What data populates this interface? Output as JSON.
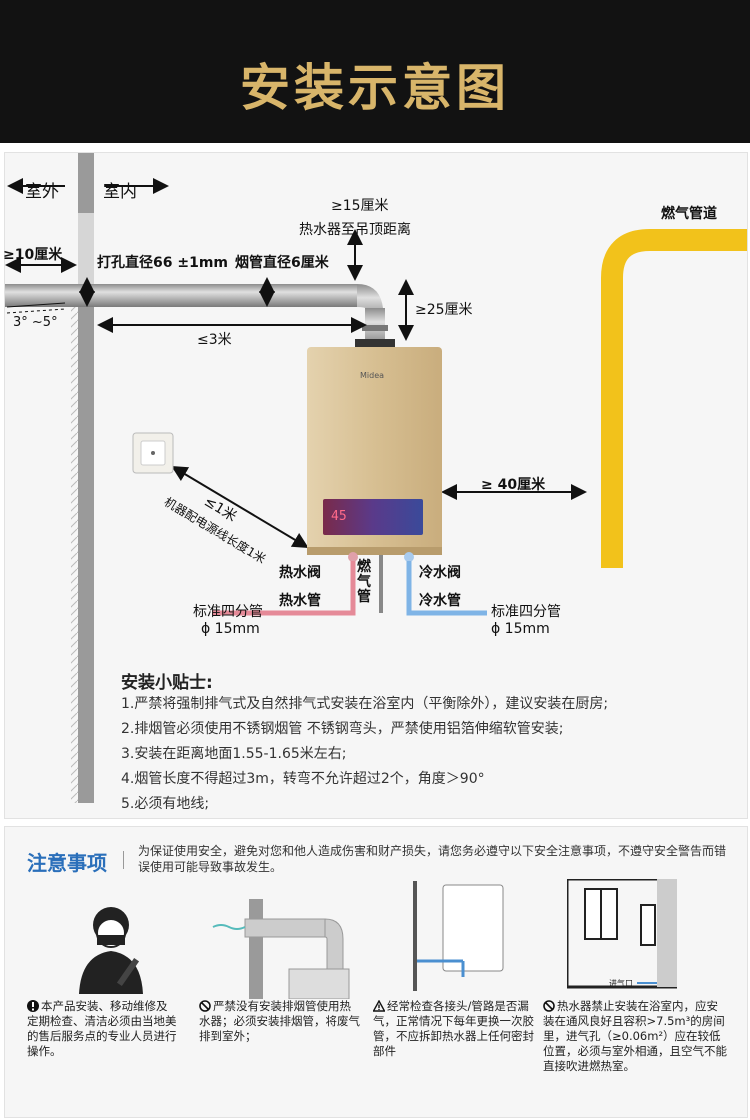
{
  "header": {
    "title": "安装示意图"
  },
  "diagram": {
    "outdoor": "室外",
    "indoor": "室内",
    "clearance_top_value": "≥15厘米",
    "clearance_top_desc": "热水器至吊顶距离",
    "wall_protrude": "≥10厘米",
    "hole_diameter": "打孔直径66 ±1mm",
    "flue_diameter": "烟管直径6厘米",
    "slope": "3° ~5°",
    "flue_length": "≤3米",
    "elbow_height": "≥25厘米",
    "gas_pipe_label": "燃气管道",
    "side_clearance": "≥ 40厘米",
    "socket_distance": "≤1米",
    "socket_cable_note": "机器配电源线长度1米",
    "brand": "Midea",
    "display_value": "45",
    "hot_valve": "热水阀",
    "cold_valve": "冷水阀",
    "hot_pipe": "热水管",
    "cold_pipe": "冷水管",
    "gas_label": "燃气管",
    "std_pipe_left": "标准四分管",
    "std_pipe_left_dia": "ϕ 15mm",
    "std_pipe_right": "标准四分管",
    "std_pipe_right_dia": "ϕ 15mm",
    "colors": {
      "gas_pipe": "#f2c21b",
      "hot_pipe": "#e58a98",
      "cold_pipe": "#7fb4e6",
      "heater": "#d9c39a"
    }
  },
  "tips": {
    "title": "安装小贴士:",
    "items": [
      "1.严禁将强制排气式及自然排气式安装在浴室内（平衡除外），建议安装在厨房;",
      "2.排烟管必须使用不锈钢烟管 不锈钢弯头，严禁使用铝箔伸缩软管安装;",
      "3.安装在距离地面1.55-1.65米左右;",
      "4.烟管长度不得超过3m，转弯不允许超过2个，角度＞90°",
      "5.必须有地线;"
    ]
  },
  "notice": {
    "title": "注意事项",
    "intro": "为保证使用安全，避免对您和他人造成伤害和财产损失，请您务必遵守以下安全注意事项，不遵守安全警告而错误使用可能导致事故发生。",
    "vent_label": "进气口",
    "items": [
      {
        "icon": "warning-circle-icon",
        "text": "本产品安装、移动维修及定期检查、清洁必须由当地美的售后服务点的专业人员进行操作。"
      },
      {
        "icon": "prohibited-icon",
        "text": "严禁没有安装排烟管使用热水器；必须安装排烟管，将废气排到室外；"
      },
      {
        "icon": "caution-triangle-icon",
        "text": "经常检查各接头/管路是否漏气，正常情况下每年更换一次胶管，不应拆卸热水器上任何密封部件"
      },
      {
        "icon": "prohibited-icon",
        "text": "热水器禁止安装在浴室内，应安装在通风良好且容积>7.5m³的房间里，进气孔（≥0.06m²）应在较低位置，必须与室外相通，且空气不能直接吹进燃热室。"
      }
    ]
  }
}
